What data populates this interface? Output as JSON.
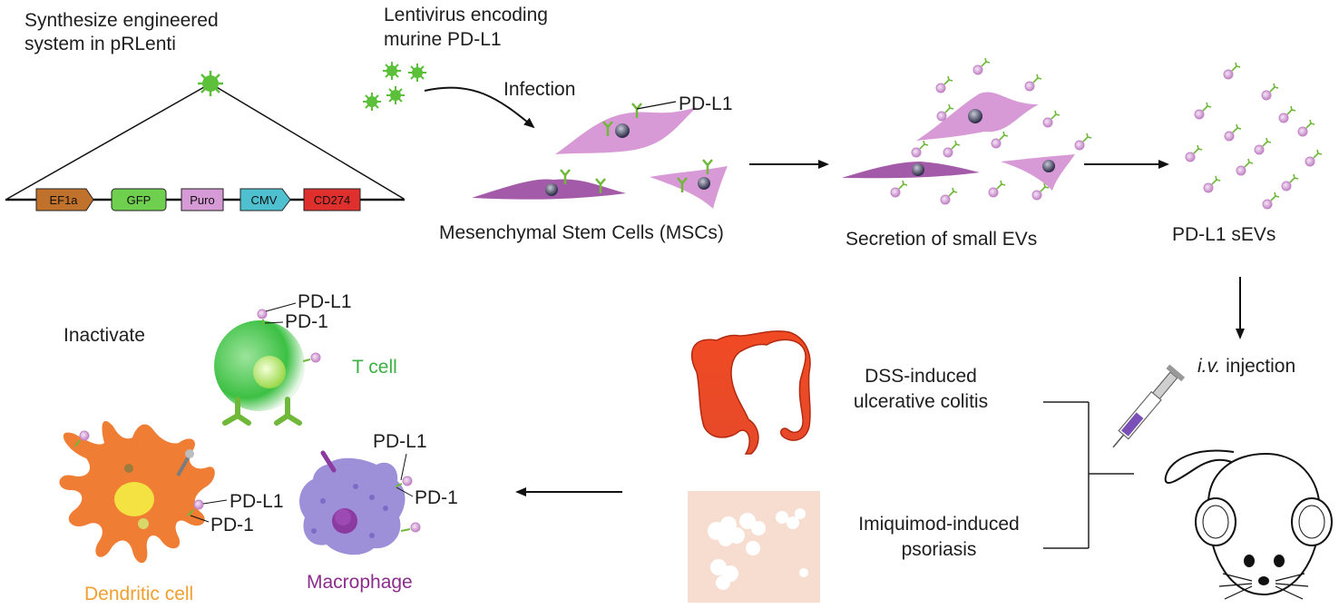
{
  "synthesis": {
    "label_line1": "Synthesize engineered",
    "label_line2": "system in pRLenti",
    "genes": [
      "EF1a",
      "GFP",
      "Puro",
      "CMV",
      "CD274"
    ]
  },
  "lentivirus": {
    "line1": "Lentivirus encoding",
    "line2": "murine PD-L1"
  },
  "infection_label": "Infection",
  "msc": {
    "pdl1_label": "PD-L1",
    "caption": "Mesenchymal Stem Cells (MSCs)"
  },
  "secretion_caption": "Secretion of small EVs",
  "sevs_caption": "PD-L1 sEVs",
  "injection": {
    "italic": "i.v.",
    "rest": " injection"
  },
  "models": {
    "colitis_line1": "DSS-induced",
    "colitis_line2": "ulcerative colitis",
    "psoriasis_line1": "Imiquimod-induced",
    "psoriasis_line2": "psoriasis"
  },
  "immune": {
    "inactivate": "Inactivate",
    "tcell_pdl1": "PD-L1",
    "tcell_pd1": "PD-1",
    "tcell_name": "T cell",
    "dc_pdl1": "PD-L1",
    "dc_pd1": "PD-1",
    "dc_name": "Dendritic cell",
    "mac_pdl1": "PD-L1",
    "mac_pd1": "PD-1",
    "mac_name": "Macrophage"
  },
  "colors": {
    "ef1a": "#c0712b",
    "gfp": "#6fcf4f",
    "puro": "#d69ad6",
    "cmv": "#4ec0cf",
    "cd274": "#e0302d",
    "virus": "#5cc03a",
    "msc": "#d89ad6",
    "tcell_text": "#3cb043",
    "dc_text": "#f0a030",
    "mac_text": "#8b2d8b"
  },
  "icons": [
    "virus-icon",
    "msc-cell-icon",
    "sev-particle-icon",
    "colon-icon",
    "skin-icon",
    "syringe-icon",
    "mouse-icon",
    "t-cell-icon",
    "dendritic-cell-icon",
    "macrophage-icon"
  ]
}
